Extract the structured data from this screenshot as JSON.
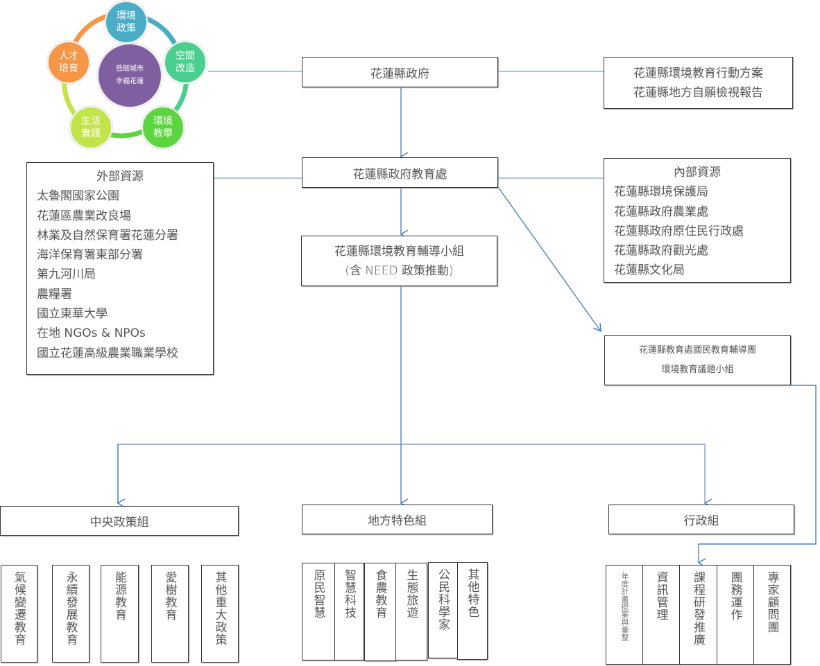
{
  "cycle": {
    "center": [
      "低碳城市",
      "幸福花蓮"
    ],
    "nodes": [
      {
        "label": [
          "環境",
          "政策"
        ],
        "color": "#4bacc6"
      },
      {
        "label": [
          "空間",
          "改造"
        ],
        "color": "#4bcf8e"
      },
      {
        "label": [
          "環境",
          "教學"
        ],
        "color": "#5cd63f"
      },
      {
        "label": [
          "生活",
          "實踐"
        ],
        "color": "#c3e34a"
      },
      {
        "label": [
          "人才",
          "培育"
        ],
        "color": "#f79646"
      }
    ],
    "center_color": "#7f5fa0"
  },
  "county_gov": "花蓮縣政府",
  "plans": [
    "花蓮縣環境教育行動方案",
    "花蓮縣地方自願檢視報告"
  ],
  "education_dept": "花蓮縣政府教育處",
  "external": {
    "title": "外部資源",
    "items": [
      "太魯閣國家公園",
      "花蓮區農業改良場",
      "林業及自然保育署花蓮分署",
      "海洋保育署東部分署",
      "第九河川局",
      "農糧署",
      "國立東華大學",
      "在地 NGOs & NPOs",
      "國立花蓮高級農業職業學校"
    ]
  },
  "internal": {
    "title": "內部資源",
    "items": [
      "花蓮縣環境保護局",
      "花蓮縣政府農業處",
      "花蓮縣政府原住民行政處",
      "花蓮縣政府觀光處",
      "花蓮縣文化局"
    ]
  },
  "guidance_group": [
    "花蓮縣環境教育輔導小組",
    "(含 NEED 政策推動)"
  ],
  "counseling_team": [
    "花蓮縣教育處國民教育輔導團",
    "環境教育議題小組"
  ],
  "groups": {
    "central": {
      "title": "中央政策組",
      "items": [
        "氣候變遷教育",
        "永續發展教育",
        "能源教育",
        "愛樹教育",
        "其他重大政策"
      ]
    },
    "local": {
      "title": "地方特色組",
      "items": [
        "原民智慧",
        "智慧科技",
        "食農教育",
        "生態旅遊",
        "公民科學家",
        "其他特色"
      ]
    },
    "admin": {
      "title": "行政組",
      "items": [
        "年度計畫提案與彙整",
        "資訊管理",
        "課程研發推廣",
        "團務運作",
        "專家顧問團"
      ]
    }
  },
  "line_color": "#4f81bd"
}
